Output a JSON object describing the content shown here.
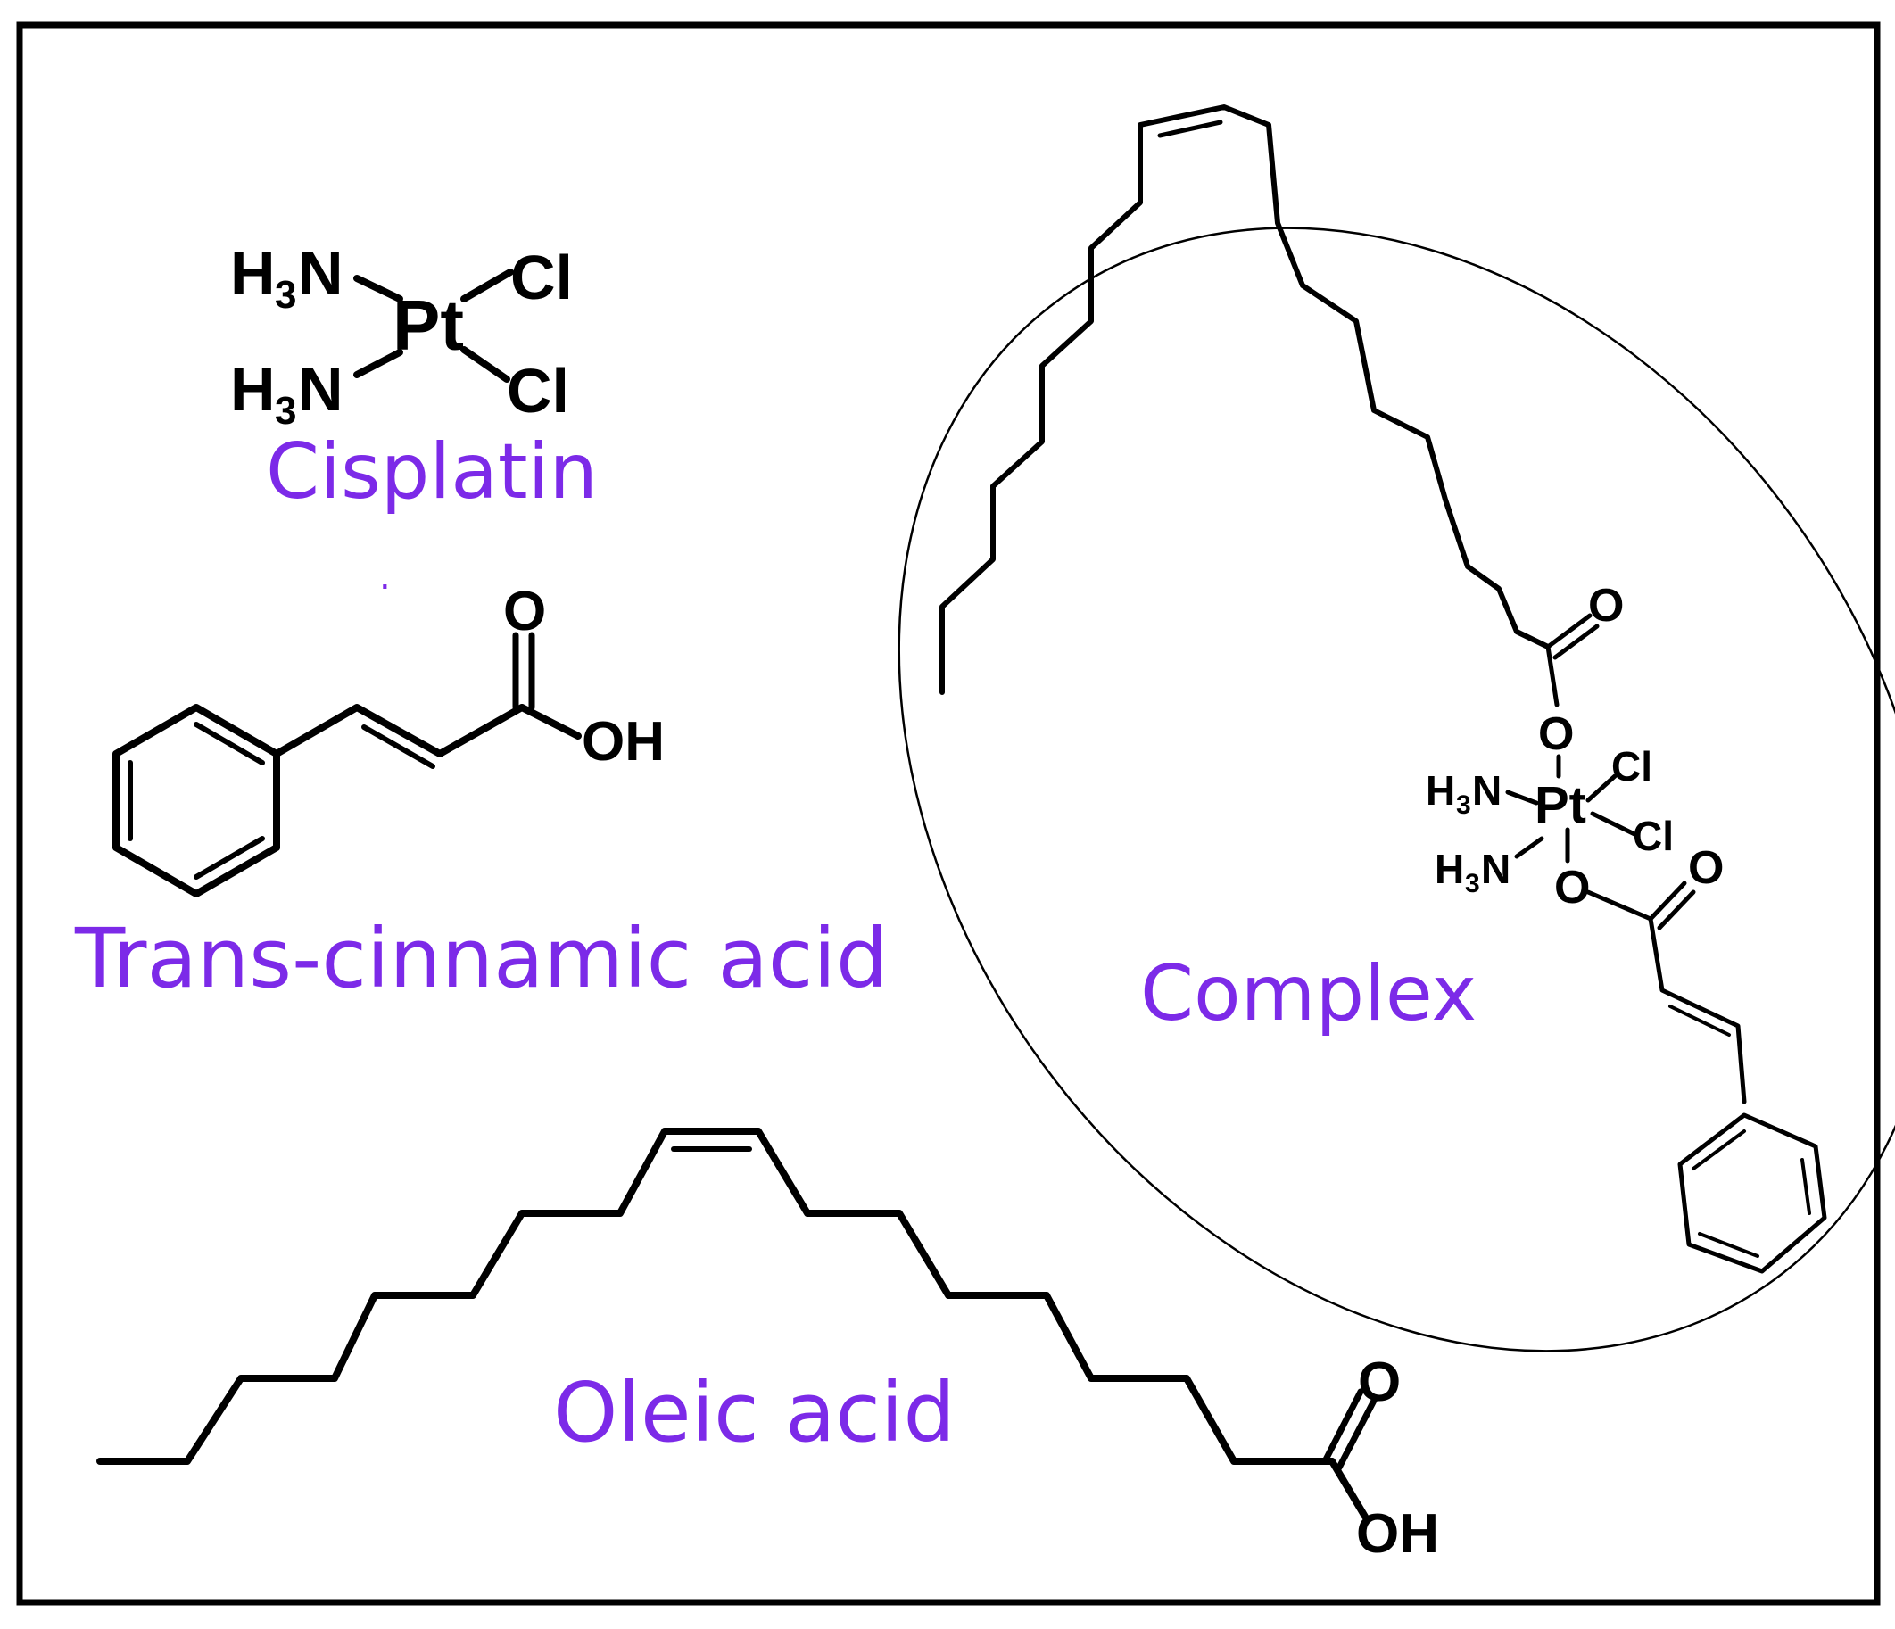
{
  "labels": {
    "cisplatin": "Cisplatin",
    "cinnamic": "Trans-cinnamic acid",
    "oleic": "Oleic acid",
    "complex": "Complex",
    "stray_dot": "."
  },
  "atoms": {
    "H": "H",
    "N": "N",
    "three": "3",
    "Pt": "Pt",
    "Cl": "Cl",
    "O": "O",
    "OH": "OH"
  },
  "colors": {
    "label": "#7c2ae8",
    "structure": "#000000",
    "frame": "#000000"
  }
}
